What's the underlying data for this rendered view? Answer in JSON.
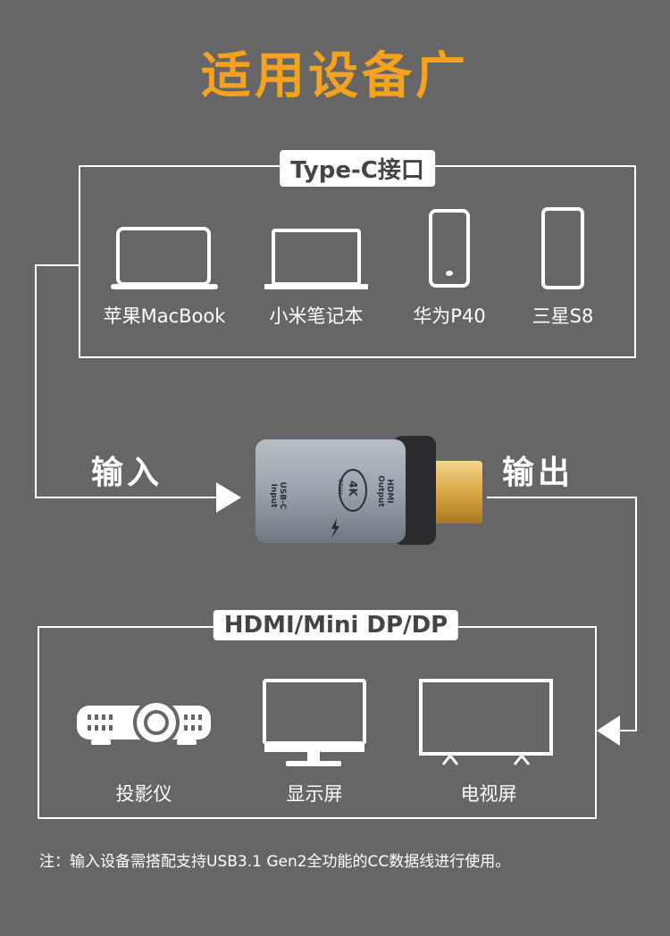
{
  "title": "适用设备广",
  "colors": {
    "background": "#666666",
    "accent": "#f6a21e",
    "line": "#ffffff"
  },
  "input_group": {
    "label": "Type-C接口",
    "devices": [
      {
        "name": "苹果MacBook",
        "icon": "laptop-icon"
      },
      {
        "name": "小米笔记本",
        "icon": "laptop-icon"
      },
      {
        "name": "华为P40",
        "icon": "smartphone-icon"
      },
      {
        "name": "三星S8",
        "icon": "smartphone-icon"
      }
    ]
  },
  "adapter": {
    "input_label": "USB-C Input",
    "badge_main": "4K",
    "badge_sub": "60Hz",
    "output_label": "HDMI Output"
  },
  "flow": {
    "input": "输入",
    "output": "输出"
  },
  "output_group": {
    "label": "HDMI/Mini DP/DP",
    "devices": [
      {
        "name": "投影仪",
        "icon": "projector-icon"
      },
      {
        "name": "显示屏",
        "icon": "monitor-icon"
      },
      {
        "name": "电视屏",
        "icon": "tv-icon"
      }
    ]
  },
  "note": "注：输入设备需搭配支持USB3.1 Gen2全功能的CC数据线进行使用。"
}
